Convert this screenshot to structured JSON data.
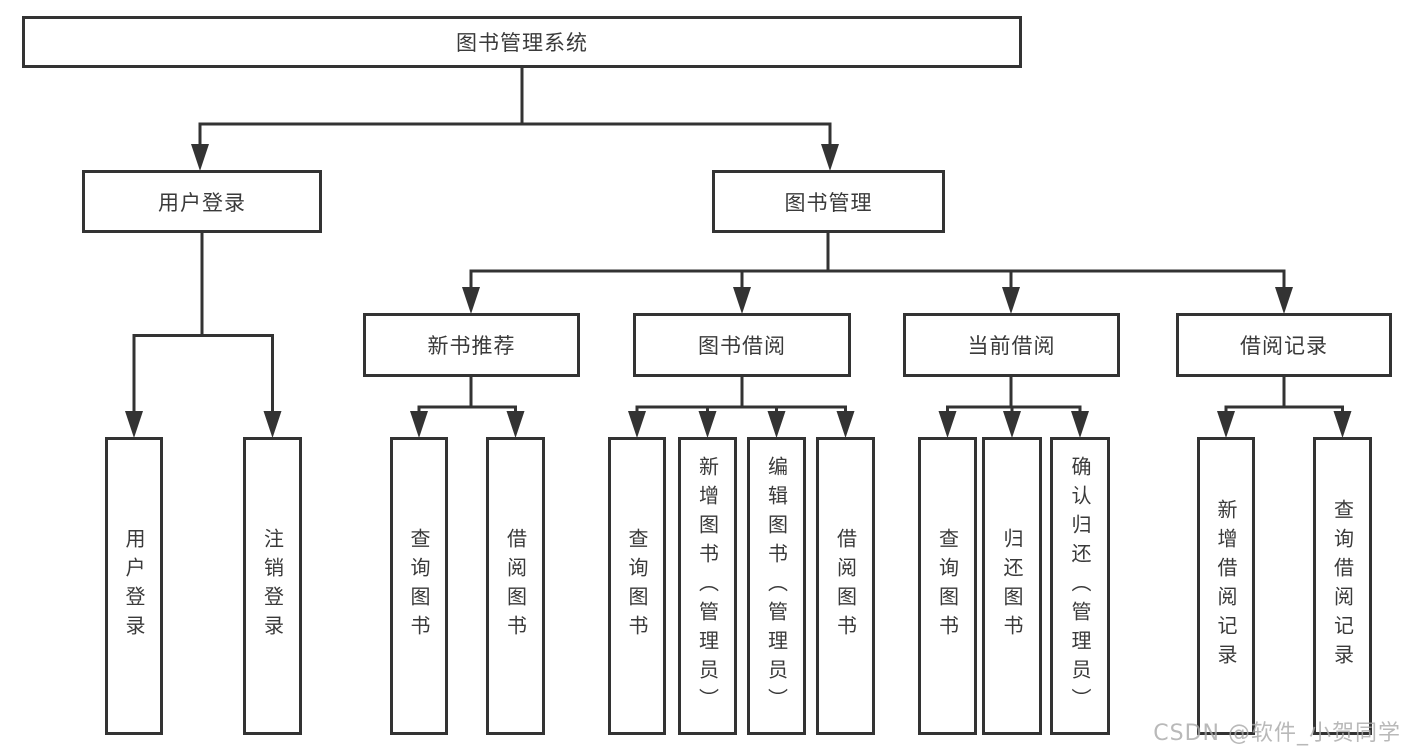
{
  "tree": {
    "root": "图书管理系统",
    "branches": [
      {
        "label": "用户登录",
        "leaves": [
          "用户登录",
          "注销登录"
        ]
      },
      {
        "label": "图书管理",
        "children": [
          {
            "label": "新书推荐",
            "leaves": [
              "查询图书",
              "借阅图书"
            ]
          },
          {
            "label": "图书借阅",
            "leaves": [
              "查询图书",
              "新增图书（管理员）",
              "编辑图书（管理员）",
              "借阅图书"
            ]
          },
          {
            "label": "当前借阅",
            "leaves": [
              "查询图书",
              "归还图书",
              "确认归还（管理员）"
            ]
          },
          {
            "label": "借阅记录",
            "leaves": [
              "新增借阅记录",
              "查询借阅记录"
            ]
          }
        ]
      }
    ]
  },
  "watermark": "CSDN @软件_小贺同学",
  "colors": {
    "line": "#333333",
    "text": "#3a3a3a",
    "box_fill": "#ffffff",
    "watermark": "#a8a8a8",
    "background": "#ffffff"
  }
}
